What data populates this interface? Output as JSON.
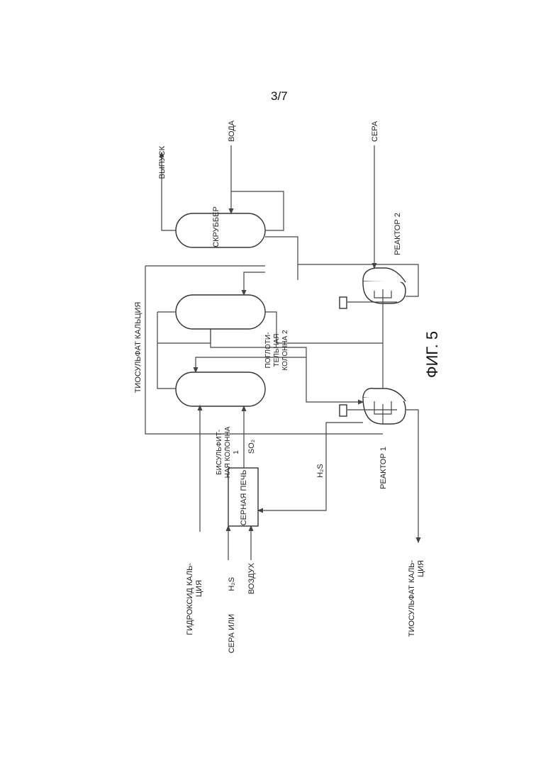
{
  "page": {
    "number": "3/7"
  },
  "figure": {
    "caption": "ФИГ. 5"
  },
  "streams": {
    "vent": "ВЫПУСК",
    "water": "ВОДА",
    "sulfur_top": "СЕРА",
    "calcium_thiosulfate_recycle": "ТИОСУЛЬФАТ КАЛЬЦИЯ",
    "calcium_hydroxide_l1": "ГИДРОКСИД КАЛЬ-",
    "calcium_hydroxide_l2": "ЦИЯ",
    "sulfur_or_h2s_prefix": "СЕРА ИЛИ",
    "sulfur_or_h2s_formula": "H₂S",
    "air": "ВОЗДУХ",
    "so2": "SO₂",
    "h2s": "H₂S",
    "product_l1": "ТИОСУЛЬФАТ КАЛЬ-",
    "product_l2": "ЦИЯ"
  },
  "equipment": {
    "scrubber": "СКРУББЕР",
    "absorber2_l1": "ПОГЛОТИ-",
    "absorber2_l2": "ТЕЛЬНАЯ",
    "absorber2_l3": "КОЛОННА 2",
    "bisulfite1_l1": "БИСУЛЬФИТ-",
    "bisulfite1_l2": "НАЯ КОЛОННА",
    "bisulfite1_l3": "1",
    "sulfur_furnace": "СЕРНАЯ ПЕЧЬ",
    "reactor1": "РЕАКТОР 1",
    "reactor2": "РЕАКТОР 2"
  }
}
